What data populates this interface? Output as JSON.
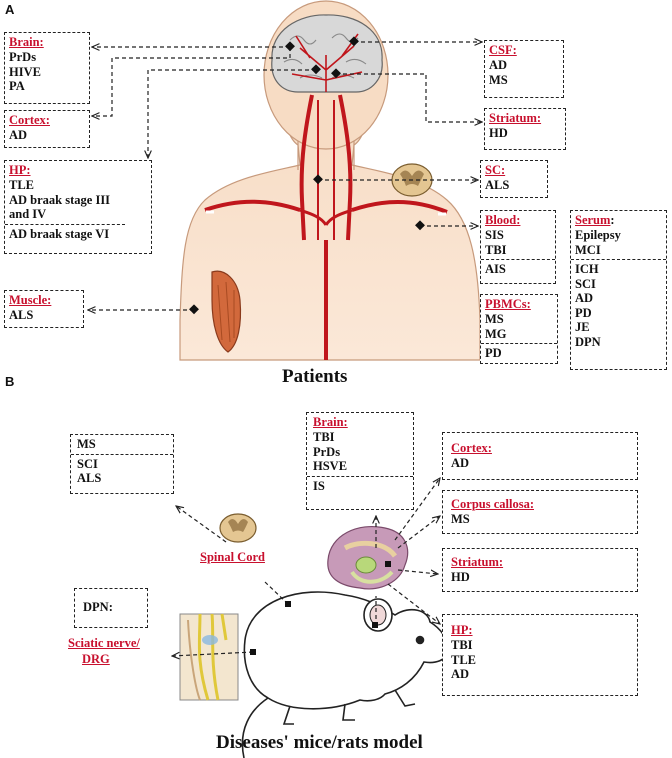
{
  "panel_a": {
    "letter": "A",
    "caption": "Patients",
    "boxes": {
      "brain": {
        "title": "Brain:",
        "items": [
          "PrDs",
          "HIVE",
          "PA"
        ]
      },
      "cortex": {
        "title": "Cortex:",
        "items": [
          "AD"
        ]
      },
      "hp": {
        "title": "HP:",
        "items_up": [
          "TLE",
          "AD braak stage III",
          "and  IV"
        ],
        "items_down": [
          "AD braak stage VI"
        ]
      },
      "muscle": {
        "title": "Muscle:",
        "items": [
          "ALS"
        ]
      },
      "csf": {
        "title": "CSF:",
        "items": [
          "AD",
          "MS"
        ]
      },
      "striatum": {
        "title": "Striatum:",
        "items": [
          "HD"
        ]
      },
      "sc": {
        "title": "SC:",
        "items": [
          "ALS"
        ]
      },
      "blood": {
        "title": "Blood:",
        "items_up": [
          "SIS",
          "TBI"
        ],
        "items_down": [
          "AIS"
        ]
      },
      "pbmcs": {
        "title": "PBMCs:",
        "items_up": [
          "MS",
          "MG"
        ],
        "items_down": [
          "PD"
        ]
      },
      "serum": {
        "title": "Serum",
        "title_suffix": ":",
        "items_up": [
          "Epilepsy",
          "MCI"
        ],
        "items_down": [
          "ICH",
          "SCI",
          "AD",
          "PD",
          "JE",
          "DPN"
        ]
      }
    }
  },
  "panel_b": {
    "letter": "B",
    "caption": "Diseases' mice/rats model",
    "spinal_cord_label": "Spinal Cord",
    "sciatic_label_1": "Sciatic nerve/",
    "sciatic_label_2": "DRG",
    "boxes": {
      "sc_box": {
        "items_up": [
          "MS"
        ],
        "items_down": [
          "SCI",
          "ALS"
        ]
      },
      "brain": {
        "title": "Brain:",
        "items_up": [
          "TBI",
          "PrDs",
          "HSVE"
        ],
        "items_down": [
          "IS"
        ]
      },
      "cortex": {
        "title": "Cortex:",
        "items": [
          "AD"
        ]
      },
      "corpus": {
        "title": "Corpus callosa:",
        "items": [
          "MS"
        ]
      },
      "striatum": {
        "title": "Striatum:",
        "items": [
          "HD"
        ]
      },
      "hp": {
        "title": "HP:",
        "items": [
          "TBI",
          "TLE",
          "AD"
        ]
      },
      "dpn": {
        "label": "DPN:"
      }
    }
  },
  "colors": {
    "up": "#e8202a",
    "down": "#1f3fd8",
    "label_red": "#c8102e",
    "vessel": "#c0161c"
  }
}
